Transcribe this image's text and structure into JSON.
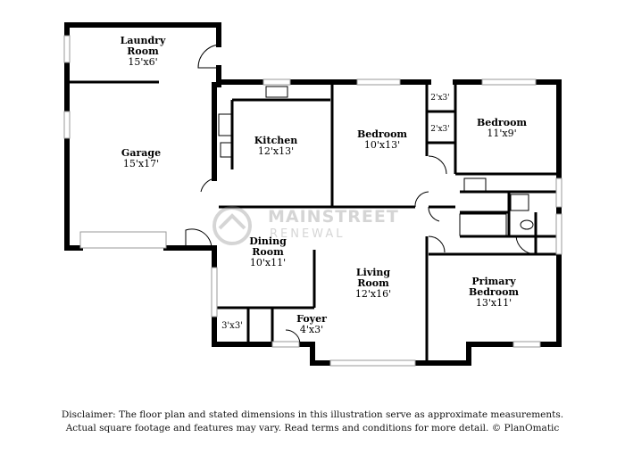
{
  "rooms": {
    "laundry": {
      "name_lines": [
        "Laundry",
        "Room"
      ],
      "dims": "15'x6'"
    },
    "garage": {
      "name": "Garage",
      "dims": "15'x17'"
    },
    "kitchen": {
      "name": "Kitchen",
      "dims": "12'x13'"
    },
    "bedroom1": {
      "name": "Bedroom",
      "dims": "10'x13'"
    },
    "bedroom2": {
      "name": "Bedroom",
      "dims": "11'x9'"
    },
    "dining": {
      "name_lines": [
        "Dining",
        "Room"
      ],
      "dims": "10'x11'"
    },
    "living": {
      "name_lines": [
        "Living",
        "Room"
      ],
      "dims": "12'x16'"
    },
    "primary": {
      "name_lines": [
        "Primary",
        "Bedroom"
      ],
      "dims": "13'x11'"
    },
    "foyer": {
      "name": "Foyer",
      "dims": "4'x3'"
    }
  },
  "closets": {
    "closet_a": "2'x3'",
    "closet_b": "2'x3'",
    "closet_c": "3'x3'"
  },
  "watermark": {
    "line1": "MAINSTREET",
    "line2": "RENEWAL"
  },
  "disclaimer": {
    "line1": "Disclaimer: The floor plan and stated dimensions in this illustration serve as approximate measurements.",
    "line2": "Actual square footage and features may vary. Read terms and conditions for more detail. © PlanOmatic"
  }
}
